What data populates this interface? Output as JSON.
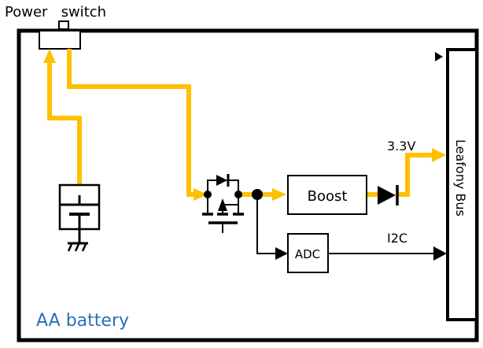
{
  "title_label": "Power   switch",
  "board_label": "AA battery",
  "bus_label": "Leafony Bus",
  "blocks": {
    "boost": "Boost",
    "adc": "ADC"
  },
  "signals": {
    "voltage": "3.3V",
    "i2c": "I2C"
  },
  "colors": {
    "power_path": "#ffc000",
    "outline": "#000000",
    "label_blue": "#2a6fb5",
    "background": "#ffffff"
  }
}
